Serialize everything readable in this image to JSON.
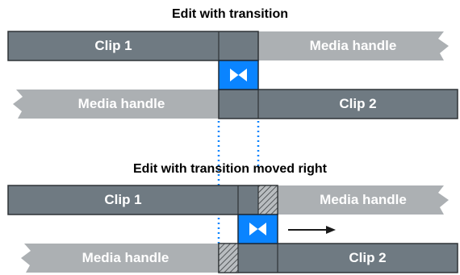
{
  "colors": {
    "clip": "#6f7a82",
    "handle": "#acb0b3",
    "outline": "#2f3336",
    "transition": "#0a84ff",
    "guide": "#0a84ff",
    "arrow": "#1a1a1a",
    "label": "#ffffff"
  },
  "icons": [
    "bowtie-transition-icon",
    "right-arrow-icon"
  ],
  "top_diagram": {
    "title": "Edit with transition",
    "clip1_label": "Clip 1",
    "clip2_label": "Clip 2",
    "handle_right_label": "Media handle",
    "handle_left_label": "Media handle"
  },
  "bottom_diagram": {
    "title": "Edit with transition moved right",
    "clip1_label": "Clip 1",
    "clip2_label": "Clip 2",
    "handle_right_label": "Media handle",
    "handle_left_label": "Media handle"
  }
}
